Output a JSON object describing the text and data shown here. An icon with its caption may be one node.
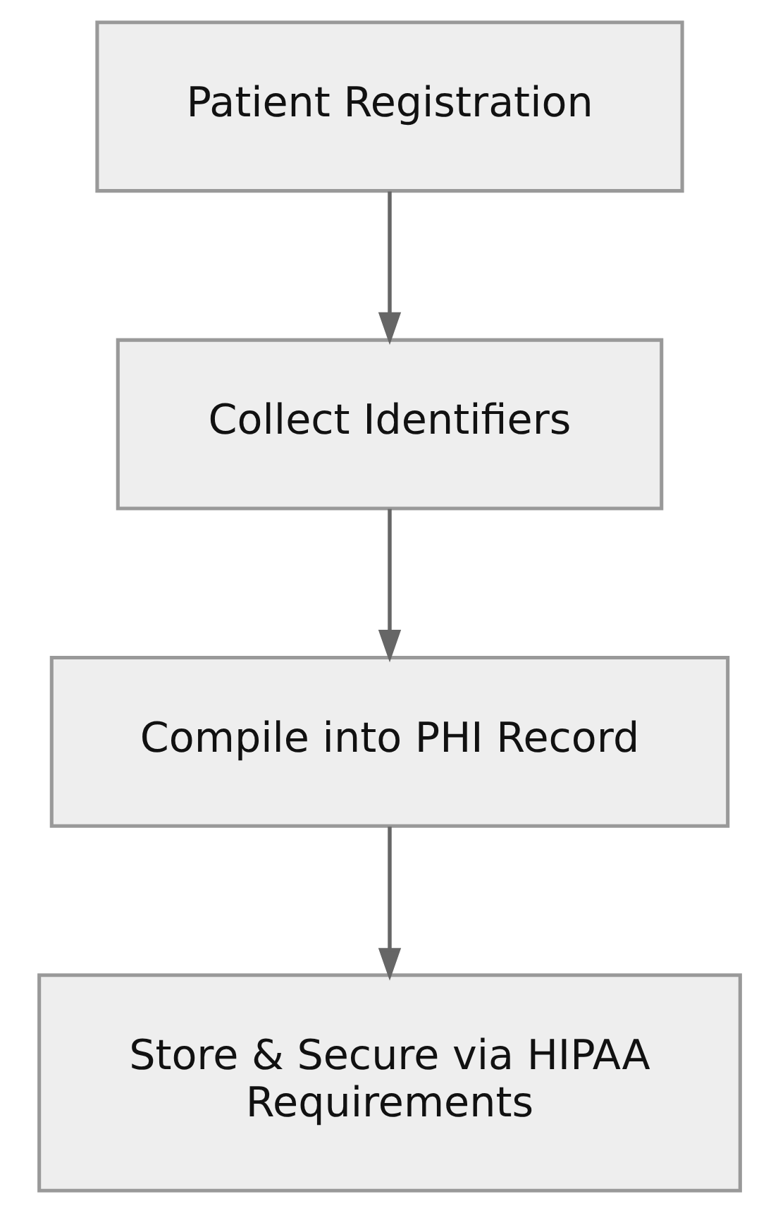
{
  "diagram": {
    "nodes": [
      {
        "text": [
          "Patient Registration"
        ]
      },
      {
        "text": [
          "Collect Identifiers"
        ]
      },
      {
        "text": [
          "Compile into PHI Record"
        ]
      },
      {
        "text": [
          "Store & Secure via HIPAA Requirements"
        ]
      }
    ],
    "edges": [
      {
        "from": 0,
        "to": 1,
        "arrow": "to"
      },
      {
        "from": 1,
        "to": 2,
        "arrow": "to"
      },
      {
        "from": 2,
        "to": 3,
        "arrow": "to"
      }
    ]
  }
}
